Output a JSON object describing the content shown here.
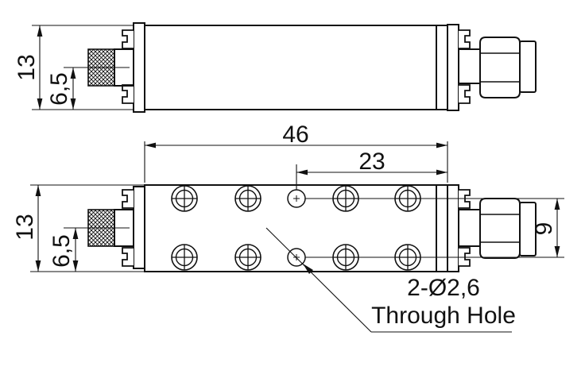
{
  "colors": {
    "line": "#111111",
    "bg": "#ffffff"
  },
  "side_view": {
    "height": "13",
    "connector_center_height": "6,5"
  },
  "plan_view": {
    "body_length": "46",
    "hole_to_end": "23",
    "height": "13",
    "connector_center_height": "6,5",
    "connector_diameter": "9",
    "hole_callout": "2-Ø2,6",
    "hole_label": "Through Hole"
  }
}
